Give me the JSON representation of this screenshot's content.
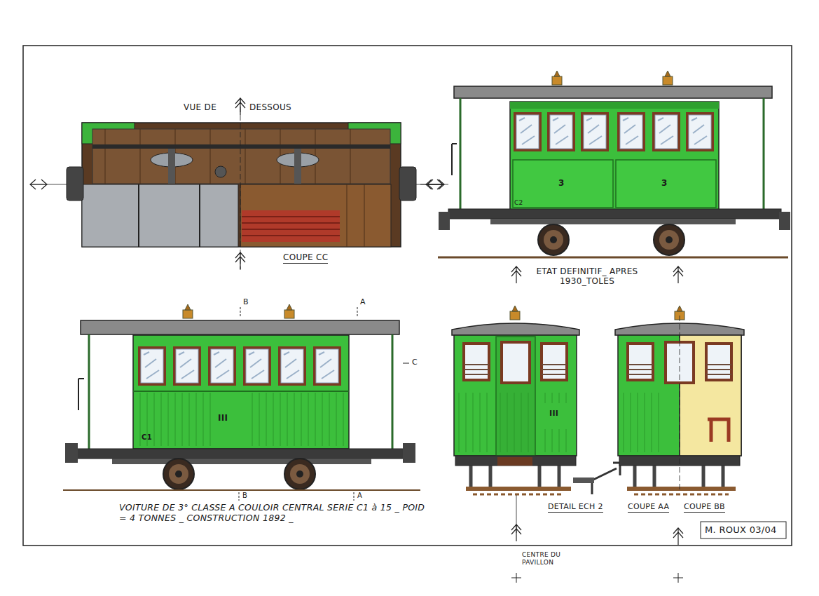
{
  "diagram": {
    "caption": "VOITURE DE 3° CLASSE A COULOIR CENTRAL SERIE C1 à 15 _ POID = 4 TONNES _ CONSTRUCTION 1892 _",
    "labels": [
      "VUE DE",
      "DESSOUS",
      "COUPE CC",
      "ETAT DEFINITIF_ APRES 1930_TOLES",
      "B",
      "A",
      "C",
      "B",
      "A",
      "C2",
      "3",
      "3",
      "C1",
      "III",
      "III",
      "DETAIL ECH 2",
      "COUPE AA",
      "COUPE BB",
      "M. ROUX 03/04",
      "CENTRE DU PAVILLON"
    ]
  }
}
